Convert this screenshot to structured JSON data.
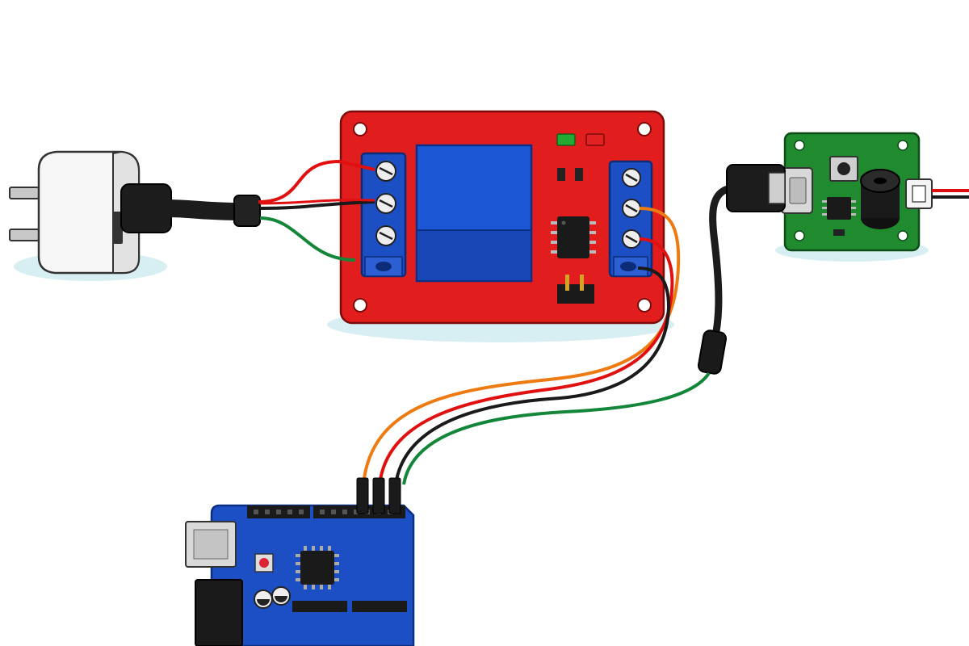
{
  "colors": {
    "relay_board": "#e11d1d",
    "relay_board_edge": "#a81212",
    "terminal_block": "#1d4fc4",
    "relay_cube": "#1c58d6",
    "relay_cube_dark": "#1747b5",
    "sensor_board": "#1f8a2e",
    "arduino_board": "#1d4fc4",
    "ic_black": "#1a1a1a",
    "shadow": "#d7eef2",
    "wire_red": "#e01010",
    "wire_black": "#1a1a1a",
    "wire_green": "#14863a",
    "wire_orange": "#ee7a12",
    "led_green": "#22aa33",
    "led_red": "#e22222",
    "adapter_white": "#f7f7f7",
    "metal": "#c8c8c8"
  },
  "components": [
    {
      "name": "usb-power-adapter",
      "icon": "power-plug-icon"
    },
    {
      "name": "relay-module",
      "icon": "relay-icon"
    },
    {
      "name": "sensor-module",
      "icon": "sensor-icon"
    },
    {
      "name": "arduino-uno",
      "icon": "microcontroller-icon"
    }
  ],
  "wires": [
    {
      "name": "wire-power-red",
      "color": "red"
    },
    {
      "name": "wire-power-black",
      "color": "black"
    },
    {
      "name": "wire-power-green",
      "color": "green"
    },
    {
      "name": "wire-signal-orange",
      "color": "orange"
    },
    {
      "name": "wire-signal-red",
      "color": "red"
    },
    {
      "name": "wire-signal-black",
      "color": "black"
    },
    {
      "name": "wire-sensor-green",
      "color": "green"
    },
    {
      "name": "wire-sensor-cable",
      "color": "black"
    }
  ]
}
